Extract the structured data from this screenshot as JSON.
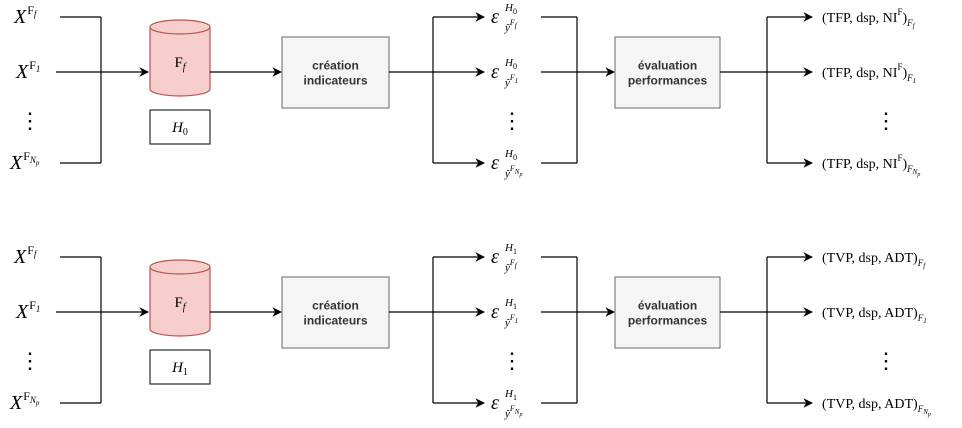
{
  "colors": {
    "cylinder_fill": "#f8cecc",
    "cylinder_stroke": "#b85450",
    "process_fill": "#f5f5f5",
    "process_stroke": "#666666",
    "line": "#000000"
  },
  "icons": [
    "database-cylinder-icon",
    "arrow-icon"
  ],
  "ellipsis": "⋮",
  "panels": [
    {
      "hypothesis": "H",
      "hypothesis_sub": "0",
      "inputs": [
        {
          "base": "X",
          "sup": "F",
          "supsub": "f"
        },
        {
          "base": "X",
          "sup": "F",
          "supsub": "1"
        },
        {
          "base": "X",
          "sup": "F",
          "supsub": "N",
          "supsubsub": "p"
        }
      ],
      "database": {
        "label": "F",
        "label_sub": "f"
      },
      "process1": [
        "création",
        "indicateurs"
      ],
      "indicators": [
        {
          "base": "ε",
          "sup": "H",
          "sup_sub": "0",
          "sub": "ŷ",
          "sub_sup": "F",
          "sub_sup_sub": "f"
        },
        {
          "base": "ε",
          "sup": "H",
          "sup_sub": "0",
          "sub": "ŷ",
          "sub_sup": "F",
          "sub_sup_sub": "1"
        },
        {
          "base": "ε",
          "sup": "H",
          "sup_sub": "0",
          "sub": "ŷ",
          "sub_sup": "F",
          "sub_sup_sub": "N",
          "sub_sup_sub_sub": "p"
        }
      ],
      "process2": [
        "évaluation",
        "performances"
      ],
      "outputs": [
        {
          "text": "(TFP, dsp, NI",
          "sup": "F",
          "close": ")",
          "sub": "F",
          "subsub": "f"
        },
        {
          "text": "(TFP, dsp, NI",
          "sup": "F",
          "close": ")",
          "sub": "F",
          "subsub": "1"
        },
        {
          "text": "(TFP, dsp, NI",
          "sup": "F",
          "close": ")",
          "sub": "F",
          "subsub": "N",
          "subsubsub": "p"
        }
      ]
    },
    {
      "hypothesis": "H",
      "hypothesis_sub": "1",
      "inputs": [
        {
          "base": "X",
          "sup": "F",
          "supsub": "f"
        },
        {
          "base": "X",
          "sup": "F",
          "supsub": "1"
        },
        {
          "base": "X",
          "sup": "F",
          "supsub": "N",
          "supsubsub": "p"
        }
      ],
      "database": {
        "label": "F",
        "label_sub": "f"
      },
      "process1": [
        "création",
        "indicateurs"
      ],
      "indicators": [
        {
          "base": "ε",
          "sup": "H",
          "sup_sub": "1",
          "sub": "ŷ",
          "sub_sup": "F",
          "sub_sup_sub": "f"
        },
        {
          "base": "ε",
          "sup": "H",
          "sup_sub": "1",
          "sub": "ŷ",
          "sub_sup": "F",
          "sub_sup_sub": "1"
        },
        {
          "base": "ε",
          "sup": "H",
          "sup_sub": "1",
          "sub": "ŷ",
          "sub_sup": "F",
          "sub_sup_sub": "N",
          "sub_sup_sub_sub": "p"
        }
      ],
      "process2": [
        "évaluation",
        "performances"
      ],
      "outputs": [
        {
          "text": "(TVP, dsp, ADT",
          "sup": "",
          "close": ")",
          "sub": "F",
          "subsub": "f"
        },
        {
          "text": "(TVP, dsp, ADT",
          "sup": "",
          "close": ")",
          "sub": "F",
          "subsub": "1"
        },
        {
          "text": "(TVP, dsp, ADT",
          "sup": "",
          "close": ")",
          "sub": "F",
          "subsub": "N",
          "subsubsub": "p"
        }
      ]
    }
  ]
}
